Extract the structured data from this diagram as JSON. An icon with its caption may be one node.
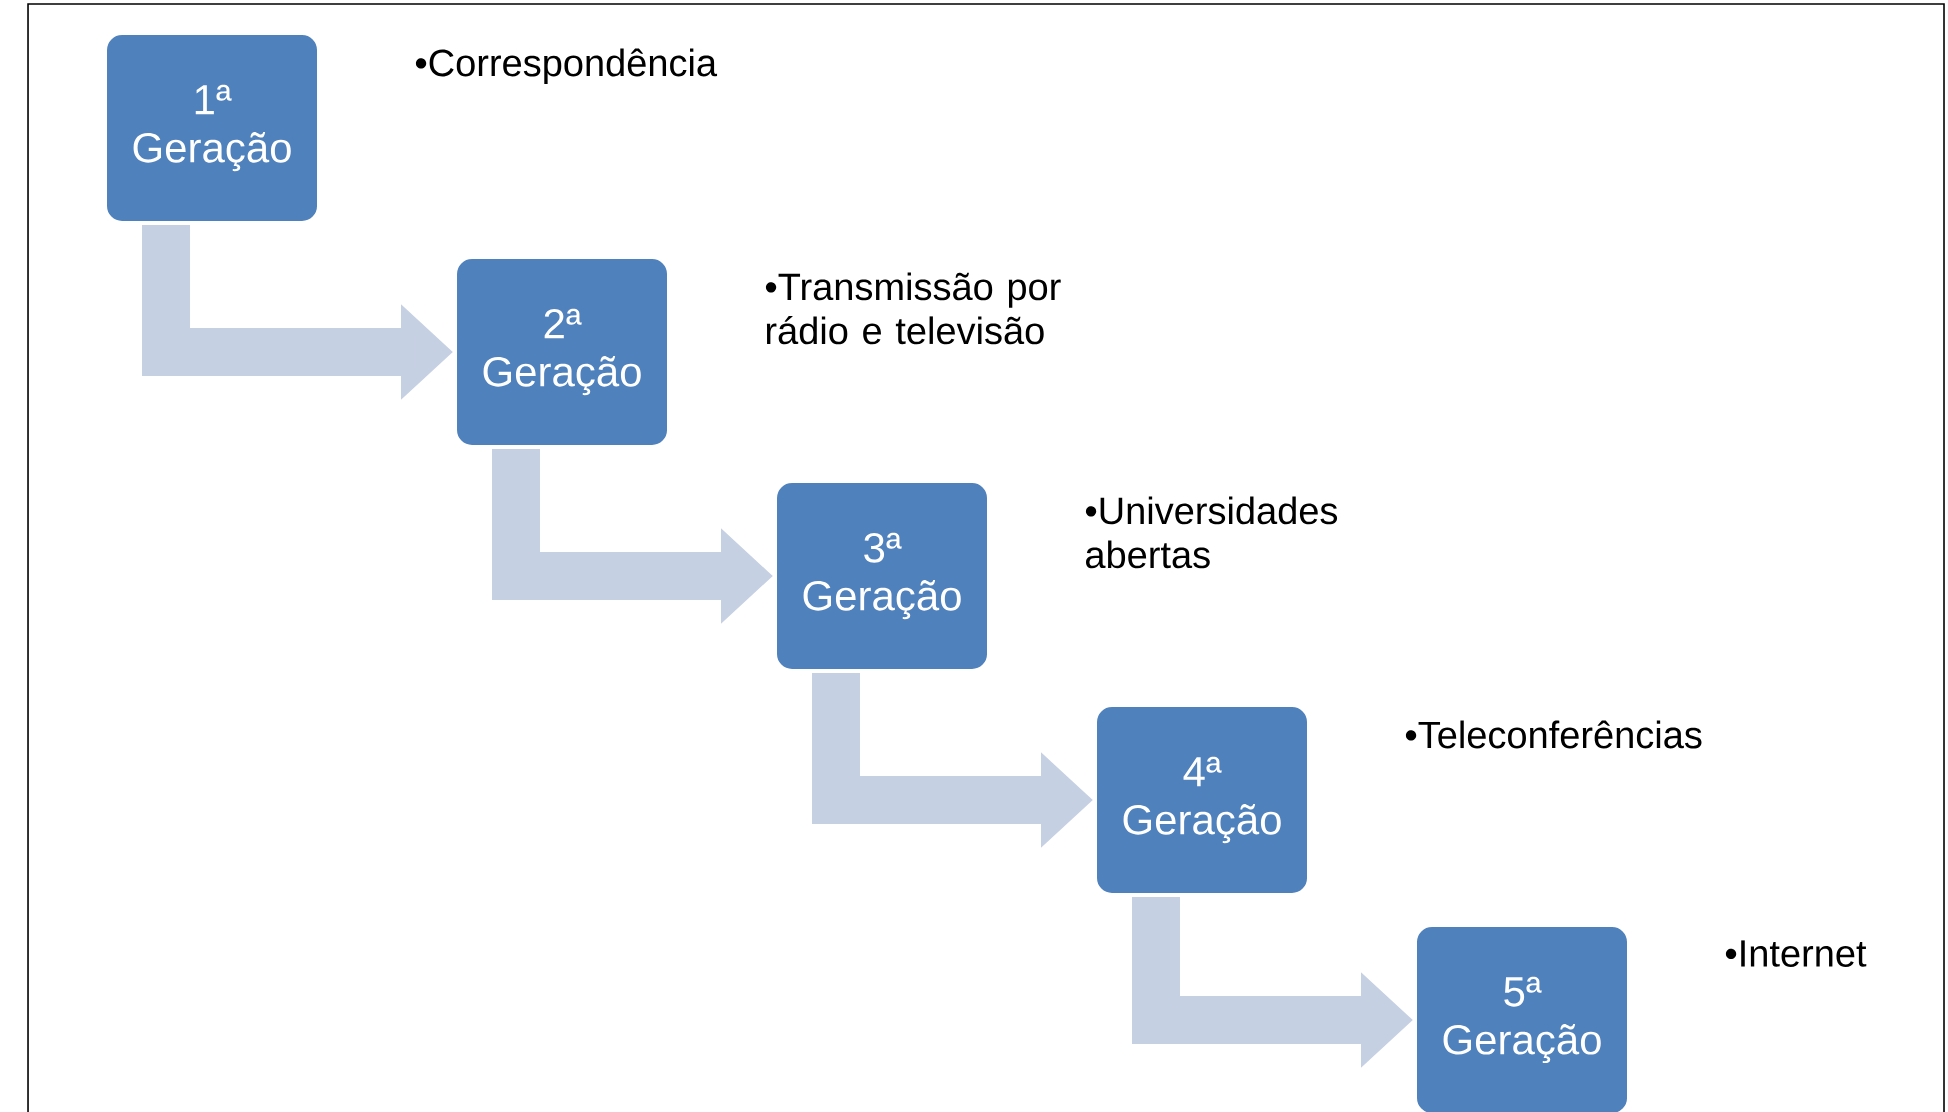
{
  "diagram": {
    "nodes": [
      {
        "text": [
          "1ª Geração"
        ],
        "beside": [
          "•Correspondência"
        ]
      },
      {
        "text": [
          "2ª Geração"
        ],
        "beside": [
          "•Transmissão por rádio e televisão"
        ]
      },
      {
        "text": [
          "3ª Geração"
        ],
        "beside": [
          "•Universidades abertas"
        ]
      },
      {
        "text": [
          "4ª Geração"
        ],
        "beside": [
          "•Teleconferências"
        ]
      },
      {
        "text": [
          "5ª Geração"
        ],
        "beside": [
          "•Internet"
        ]
      }
    ],
    "edges": [
      {
        "from": 0,
        "to": 1,
        "arrow": "to"
      },
      {
        "from": 1,
        "to": 2,
        "arrow": "to"
      },
      {
        "from": 2,
        "to": 3,
        "arrow": "to"
      },
      {
        "from": 3,
        "to": 4,
        "arrow": "to"
      }
    ]
  }
}
